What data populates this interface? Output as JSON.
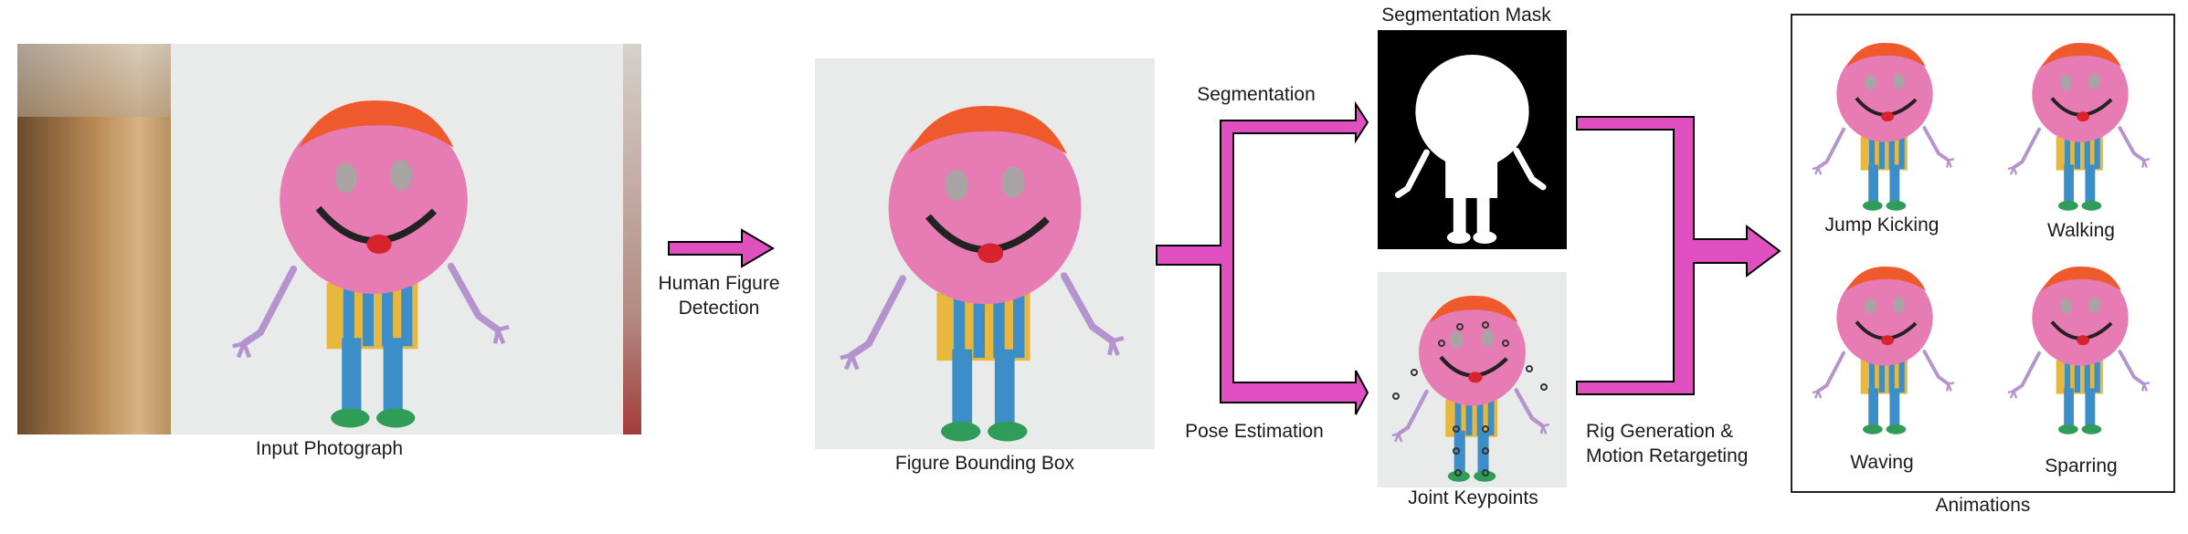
{
  "stages": {
    "input_label": "Input Photograph",
    "detection_label": "Human Figure\nDetection",
    "bbox_label": "Figure Bounding Box",
    "segmentation_label": "Segmentation",
    "pose_label": "Pose Estimation",
    "mask_title": "Segmentation Mask",
    "keypoints_label": "Joint Keypoints",
    "rig_label": "Rig Generation &\nMotion Retargeting"
  },
  "animations": {
    "title": "Animations",
    "items": [
      "Jump Kicking",
      "Walking",
      "Waving",
      "Sparring"
    ]
  },
  "colors": {
    "arrow": "#e04fbf",
    "figure_pink": "#e77bb4",
    "hair_orange": "#ef5a2c",
    "body_yellow": "#e7b83d",
    "legs_blue": "#3c8ec8",
    "feet_green": "#2f9d57",
    "arms_lilac": "#b593cf"
  }
}
